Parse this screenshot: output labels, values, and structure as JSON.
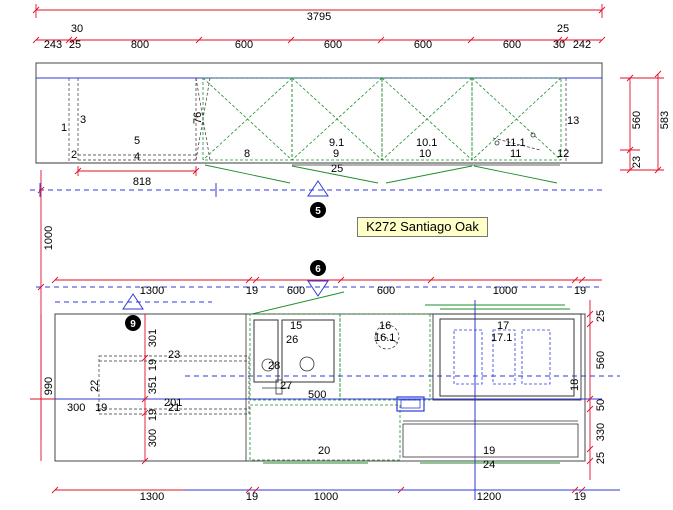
{
  "material_label": "K272 Santiago Oak",
  "markers": {
    "m5": "5",
    "m6": "6",
    "m9": "9"
  },
  "top_dims": {
    "total": "3795",
    "small_30": "30",
    "small_25": "25",
    "d243": "243",
    "d25": "25",
    "d800": "800",
    "d600a": "600",
    "d600b": "600",
    "d600c": "600",
    "d600d": "600",
    "d30": "30",
    "d242": "242"
  },
  "elevation": {
    "p1": "1",
    "p2": "2",
    "p3": "3",
    "p4": "4",
    "p5": "5",
    "p76": "76",
    "p8": "8",
    "p91": "9.1",
    "p9": "9",
    "p101": "10.1",
    "p10": "10",
    "p111": "11.1",
    "p11": "11",
    "p12": "12",
    "p13": "13",
    "p25": "25",
    "w818": "818",
    "h560": "560",
    "h583": "583",
    "h23": "23"
  },
  "side_dim": "1000",
  "plan_top_dims": {
    "d1300": "1300",
    "d19a": "19",
    "d600": "600",
    "d600b": "600",
    "d1000": "1000",
    "d19b": "19"
  },
  "plan": {
    "p15": "15",
    "p26": "26",
    "p16": "16",
    "p161": "16.1",
    "p17": "17",
    "p171": "17.1",
    "p23": "23",
    "p28": "28",
    "p27": "27",
    "p22": "22",
    "p18": "18",
    "p20": "20",
    "p19": "19",
    "p24": "24",
    "p21": "21",
    "p201": "201",
    "d500": "500",
    "d300a": "300",
    "d19": "19",
    "d19b": "19",
    "d19c": "19",
    "v301": "301",
    "v351": "351",
    "v300": "300",
    "v990": "990",
    "r25a": "25",
    "r560": "560",
    "r50": "50",
    "r330": "330",
    "r25b": "25"
  },
  "plan_bottom_dims": {
    "d1300": "1300",
    "d19a": "19",
    "d1000": "1000",
    "d1200": "1200",
    "d19b": "19"
  }
}
